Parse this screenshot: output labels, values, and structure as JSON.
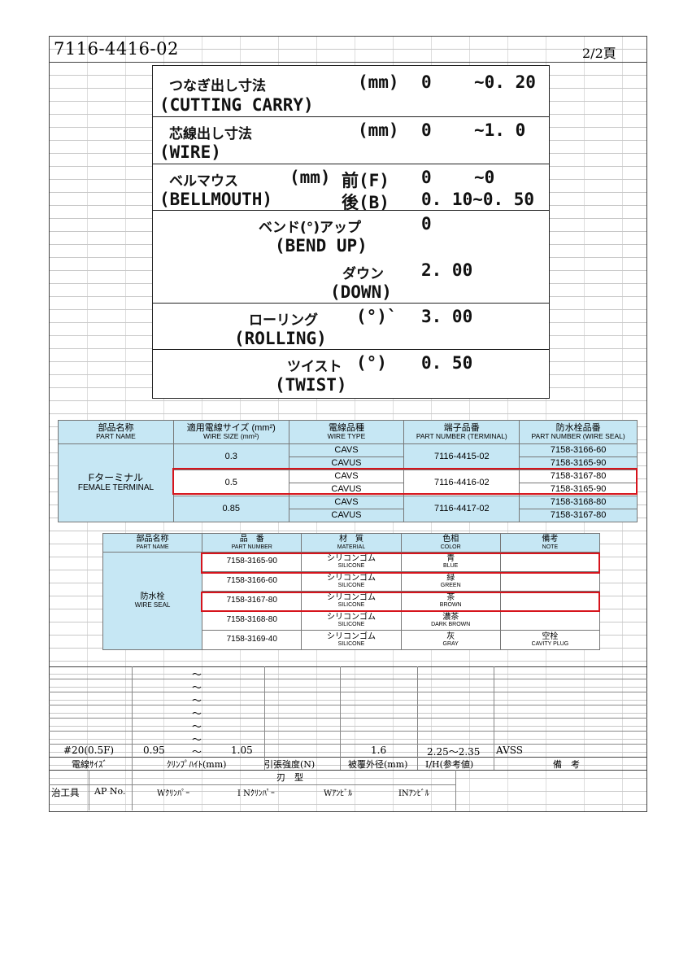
{
  "header": {
    "doc_id": "7116-4416-02",
    "page": "2/2頁"
  },
  "params": {
    "cutting_jp": "つなぎ出し寸法",
    "cutting_unit": "(mm)",
    "cutting_min": "0",
    "cutting_max": "~0. 20",
    "cutting_en": "(CUTTING CARRY)",
    "wire_jp": "芯線出し寸法",
    "wire_unit": "(mm)",
    "wire_min": "0",
    "wire_max": "~1. 0",
    "wire_en": "(WIRE)",
    "bell_jp": "ベルマウス",
    "bell_unit": "(mm)",
    "bell_front": "前(F)",
    "bell_f_min": "0",
    "bell_f_max": "~0",
    "bell_en": "(BELLMOUTH)",
    "bell_back": "後(B)",
    "bell_b_val": "0. 10~0. 50",
    "bend_jp": "ベンド(°)アップ",
    "bend_up_val": "0",
    "bend_up_en": "(BEND UP)",
    "down_jp": "ダウン",
    "down_val": "2. 00",
    "down_en": "(DOWN)",
    "rolling_jp": "ローリング",
    "rolling_unit": "(°)`",
    "rolling_val": "3. 00",
    "rolling_en": "(ROLLING)",
    "twist_jp": "ツイスト",
    "twist_unit": "(°)",
    "twist_val": "0. 50",
    "twist_en": "(TWIST)"
  },
  "terminal_table": {
    "headers": [
      {
        "jp": "部品名称",
        "en": "PART NAME"
      },
      {
        "jp": "適用電線サイズ (mm²)",
        "en": "WIRE SIZE (mm²)"
      },
      {
        "jp": "電線品種",
        "en": "WIRE TYPE"
      },
      {
        "jp": "端子品番",
        "en": "PART NUMBER (TERMINAL)"
      },
      {
        "jp": "防水栓品番",
        "en": "PART NUMBER (WIRE SEAL)"
      }
    ],
    "part_name_jp": "Fターミナル",
    "part_name_en": "FEMALE TERMINAL",
    "groups": [
      {
        "size": "0.3",
        "types": [
          "CAVS",
          "CAVUS"
        ],
        "terminal": "7116-4415-02",
        "seals": [
          "7158-3166-60",
          "7158-3165-90"
        ]
      },
      {
        "size": "0.5",
        "types": [
          "CAVS",
          "CAVUS"
        ],
        "terminal": "7116-4416-02",
        "seals": [
          "7158-3167-80",
          "7158-3165-90"
        ]
      },
      {
        "size": "0.85",
        "types": [
          "CAVS",
          "CAVUS"
        ],
        "terminal": "7116-4417-02",
        "seals": [
          "7158-3168-80",
          "7158-3167-80"
        ]
      }
    ]
  },
  "seal_table": {
    "headers": [
      {
        "jp": "部品名称",
        "en": "PART NAME"
      },
      {
        "jp": "品　番",
        "en": "PART NUMBER"
      },
      {
        "jp": "材　質",
        "en": "MATERIAL"
      },
      {
        "jp": "色相",
        "en": "COLOR"
      },
      {
        "jp": "備考",
        "en": "NOTE"
      }
    ],
    "part_name_jp": "防水栓",
    "part_name_en": "WIRE SEAL",
    "rows": [
      {
        "pn": "7158-3165-90",
        "mat_jp": "シリコンゴム",
        "mat_en": "SILICONE",
        "col_jp": "青",
        "col_en": "BLUE",
        "note_jp": "",
        "note_en": ""
      },
      {
        "pn": "7158-3166-60",
        "mat_jp": "シリコンゴム",
        "mat_en": "SILICONE",
        "col_jp": "緑",
        "col_en": "GREEN",
        "note_jp": "",
        "note_en": ""
      },
      {
        "pn": "7158-3167-80",
        "mat_jp": "シリコンゴム",
        "mat_en": "SILICONE",
        "col_jp": "茶",
        "col_en": "BROWN",
        "note_jp": "",
        "note_en": ""
      },
      {
        "pn": "7158-3168-80",
        "mat_jp": "シリコンゴム",
        "mat_en": "SILICONE",
        "col_jp": "濃茶",
        "col_en": "DARK BROWN",
        "note_jp": "",
        "note_en": ""
      },
      {
        "pn": "7158-3169-40",
        "mat_jp": "シリコンゴム",
        "mat_en": "SILICONE",
        "col_jp": "灰",
        "col_en": "GRAY",
        "note_jp": "空栓",
        "note_en": "CAVITY PLUG"
      }
    ]
  },
  "crimp": {
    "tilde": "〜",
    "data_row": {
      "wire_size": "#20(0.5F)",
      "height_min": "0.95",
      "height_max": "1.05",
      "tensile": "",
      "outer_dia": "1.6",
      "ih": "2.25〜2.35",
      "note": "AVSS"
    },
    "labels": {
      "wire_size": "電線ｻｲｽﾞ",
      "crimp_height": "ｸﾘﾝﾌﾟﾊｲﾄ(mm)",
      "tensile": "引張強度(N)",
      "outer_dia": "被覆外径(mm)",
      "ih": "I/H(参考値)",
      "note": "備　考"
    },
    "blade": "刃　型",
    "tools": {
      "jig": "治工具",
      "ap": "AP No.",
      "w_crimper": "Wｸﾘﾝﾊﾟｰ",
      "in_crimper": "I Nｸﾘﾝﾊﾟｰ",
      "w_anvil": "Wｱﾝﾋﾞﾙ",
      "in_anvil": "INｱﾝﾋﾞﾙ"
    }
  },
  "colors": {
    "header_blue": "#c6e7f4",
    "highlight_red": "#d6141c"
  }
}
